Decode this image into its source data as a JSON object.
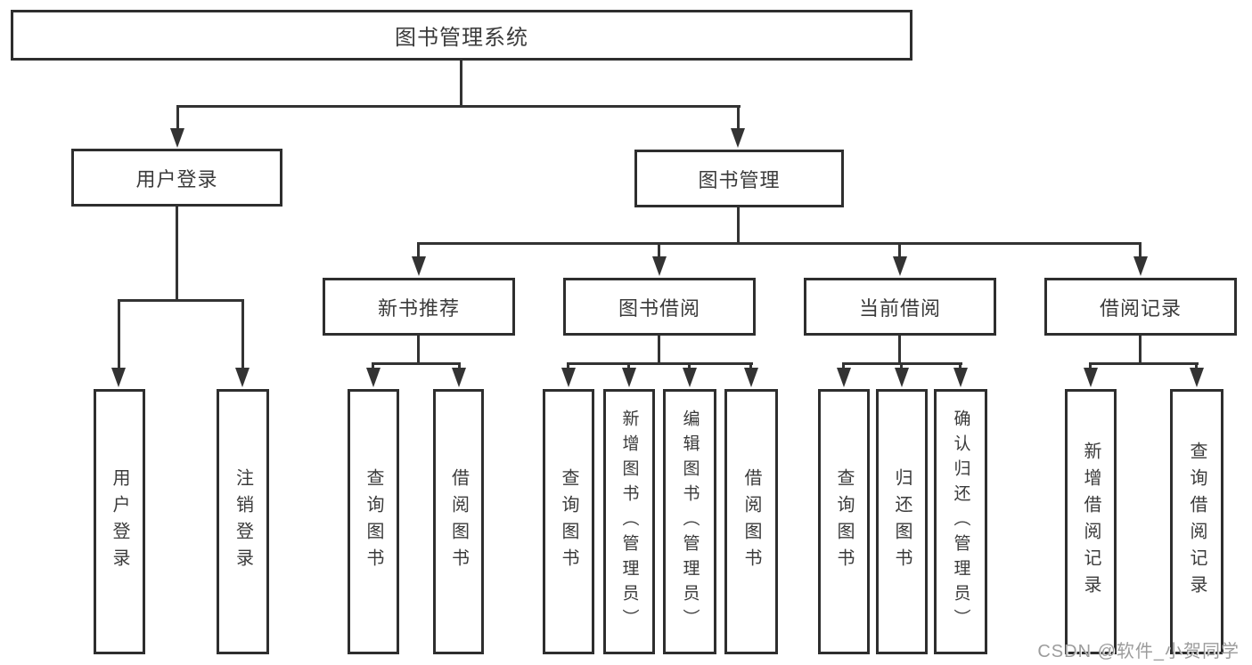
{
  "diagram": {
    "root": {
      "label": "图书管理系统"
    },
    "user_login": {
      "label": "用户登录",
      "children": [
        {
          "label": "用户登录"
        },
        {
          "label": "注销登录"
        }
      ]
    },
    "book_management": {
      "label": "图书管理",
      "sections": [
        {
          "label": "新书推荐",
          "children": [
            {
              "label": "查询图书"
            },
            {
              "label": "借阅图书"
            }
          ]
        },
        {
          "label": "图书借阅",
          "children": [
            {
              "label": "查询图书"
            },
            {
              "label": "新增图书（管理员）"
            },
            {
              "label": "编辑图书（管理员）"
            },
            {
              "label": "借阅图书"
            }
          ]
        },
        {
          "label": "当前借阅",
          "children": [
            {
              "label": "查询图书"
            },
            {
              "label": "归还图书"
            },
            {
              "label": "确认归还（管理员）"
            }
          ]
        },
        {
          "label": "借阅记录",
          "children": [
            {
              "label": "新增借阅记录"
            },
            {
              "label": "查询借阅记录"
            }
          ]
        }
      ]
    }
  },
  "watermark": {
    "text": "CSDN @软件_小贺同学"
  },
  "colors": {
    "background": "#ffffff",
    "box_border": "#2e2e2e",
    "line": "#333333",
    "text": "#3b3b3b",
    "watermark": "#9c9c9c"
  }
}
